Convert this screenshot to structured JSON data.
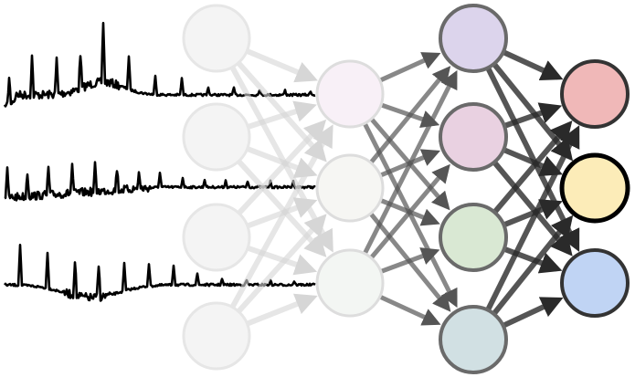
{
  "diagram": {
    "type": "neural-network-with-spectra-input",
    "layers": [
      {
        "name": "input",
        "nodes": 4,
        "fills": [
          "#f4f4f4",
          "#f4f4f4",
          "#f4f4f4",
          "#f4f4f4"
        ],
        "stroke": "#e6e6e6"
      },
      {
        "name": "hidden-1",
        "nodes": 3,
        "fills": [
          "#f8f0f7",
          "#f6f6f3",
          "#f3f6f3"
        ],
        "stroke": "#dddddd"
      },
      {
        "name": "hidden-2",
        "nodes": 4,
        "fills": [
          "#dcd4ec",
          "#e9d1e1",
          "#d9e8d3",
          "#d1e0e3"
        ],
        "stroke": "#6a6a6a"
      },
      {
        "name": "output",
        "nodes": 3,
        "fills": [
          "#f0b8b8",
          "#fcecb8",
          "#c0d4f4"
        ],
        "stroke": "#333333",
        "highlighted_index": 1,
        "highlight_stroke": "#000000"
      }
    ],
    "edge_colors": [
      "#d6d6d6",
      "#555555",
      "#2a2a2a"
    ],
    "spectra_count": 3,
    "spectrum_color": "#000000"
  }
}
